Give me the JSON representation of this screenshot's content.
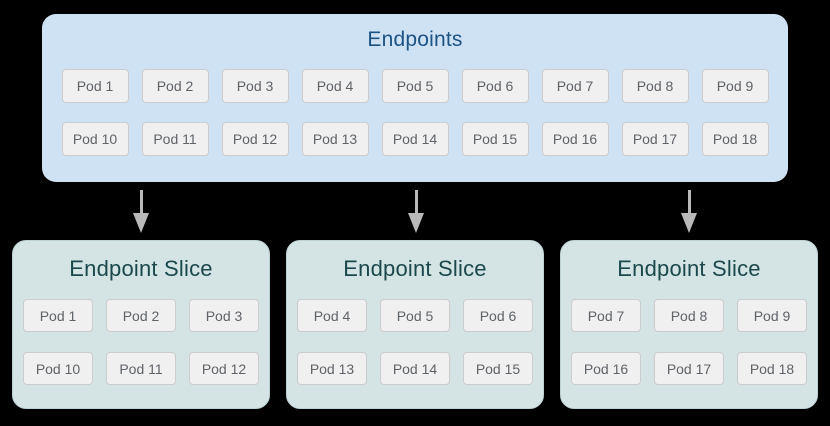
{
  "diagram": {
    "background_color": "#000000"
  },
  "endpoints_box": {
    "title": "Endpoints",
    "fill_color": "#cfe2f4",
    "title_color": "#1d5383",
    "rows": [
      [
        "Pod 1",
        "Pod 2",
        "Pod 3",
        "Pod 4",
        "Pod 5",
        "Pod 6",
        "Pod 7",
        "Pod 8",
        "Pod 9"
      ],
      [
        "Pod 10",
        "Pod 11",
        "Pod 12",
        "Pod 13",
        "Pod 14",
        "Pod 15",
        "Pod 16",
        "Pod 17",
        "Pod 18"
      ]
    ]
  },
  "arrows": {
    "color": "#b9b9b9",
    "count": 3,
    "direction": "down"
  },
  "endpoint_slices": [
    {
      "title": "Endpoint Slice",
      "rows": [
        [
          "Pod 1",
          "Pod 2",
          "Pod 3"
        ],
        [
          "Pod 10",
          "Pod 11",
          "Pod 12"
        ]
      ]
    },
    {
      "title": "Endpoint Slice",
      "rows": [
        [
          "Pod 4",
          "Pod 5",
          "Pod 6"
        ],
        [
          "Pod 13",
          "Pod 14",
          "Pod 15"
        ]
      ]
    },
    {
      "title": "Endpoint Slice",
      "rows": [
        [
          "Pod 7",
          "Pod 8",
          "Pod 9"
        ],
        [
          "Pod 16",
          "Pod 17",
          "Pod 18"
        ]
      ]
    }
  ],
  "slice_box_style": {
    "fill_color": "#d4e3e4",
    "title_color": "#1b484d"
  },
  "pod_chip_style": {
    "fill_color": "#f0f0f0",
    "border_color": "#cccccc",
    "text_color": "#5f6368"
  }
}
